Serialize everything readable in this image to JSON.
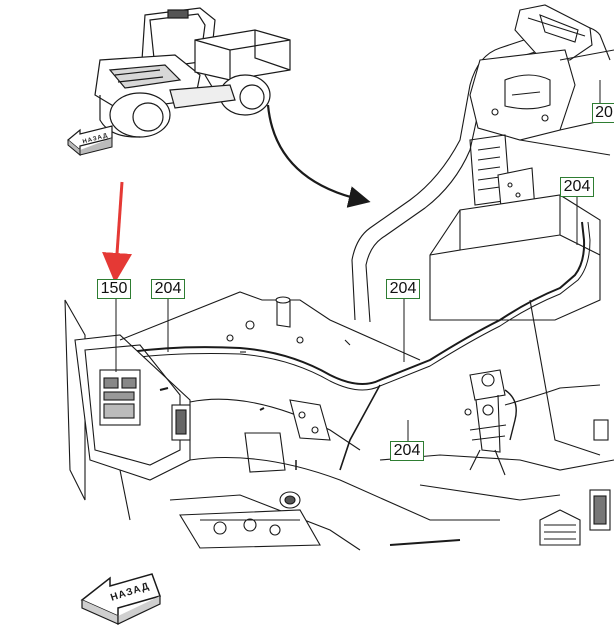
{
  "callouts": [
    {
      "id": "c150",
      "text": "150"
    },
    {
      "id": "c204a",
      "text": "204"
    },
    {
      "id": "c204b",
      "text": "204"
    },
    {
      "id": "c204c",
      "text": "204"
    },
    {
      "id": "c204d",
      "text": "204"
    },
    {
      "id": "c20",
      "text": "20"
    }
  ],
  "direction_arrows": {
    "small": "НАЗАД",
    "large": "НАЗАД"
  },
  "colors": {
    "callout_border": "#2e7d32",
    "pointer_arrow": "#e53935",
    "line_art": "#1a1a1a"
  }
}
